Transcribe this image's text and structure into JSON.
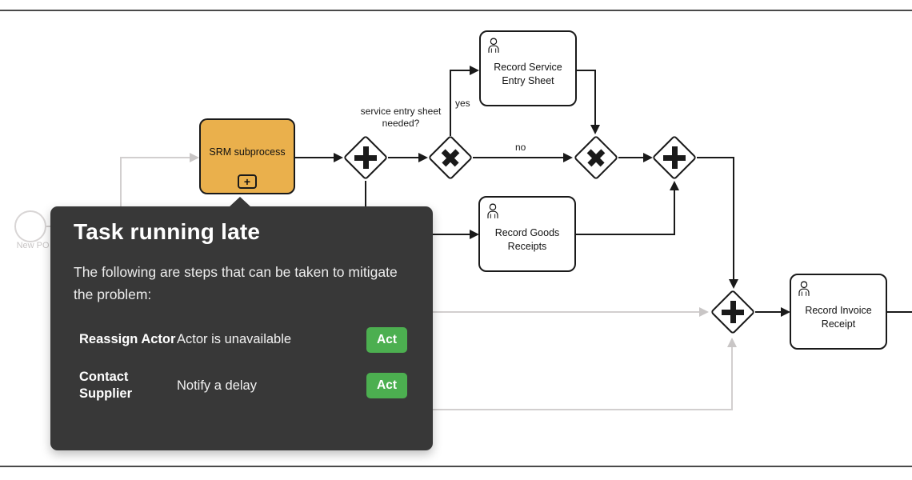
{
  "diagram": {
    "start_event": {
      "label": "New PO re"
    },
    "subprocess": {
      "label": "SRM subprocess"
    },
    "tasks": {
      "record_service_entry_sheet": {
        "label": "Record Service Entry Sheet"
      },
      "record_goods_receipts": {
        "label": "Record Goods Receipts"
      },
      "record_invoice_receipt": {
        "label": "Record Invoice Receipt"
      }
    },
    "edge_labels": {
      "condition": "service entry sheet needed?",
      "yes": "yes",
      "no": "no"
    }
  },
  "icons": {
    "collapsed_subprocess": "+"
  },
  "tooltip": {
    "title": "Task running late",
    "description": "The following are steps that can be taken to mitigate the problem:",
    "actions": [
      {
        "name": "Reassign Actor",
        "description": "Actor is unavailable",
        "button_label": "Act"
      },
      {
        "name": "Contact Supplier",
        "description": "Notify a delay",
        "button_label": "Act"
      }
    ]
  },
  "colors": {
    "subprocess_fill": "#eab04c",
    "action_button_green": "#4caf50",
    "tooltip_background": "#383838",
    "faded_edge_gray": "#d2cfcf",
    "edge_black": "#1a1a1a"
  }
}
